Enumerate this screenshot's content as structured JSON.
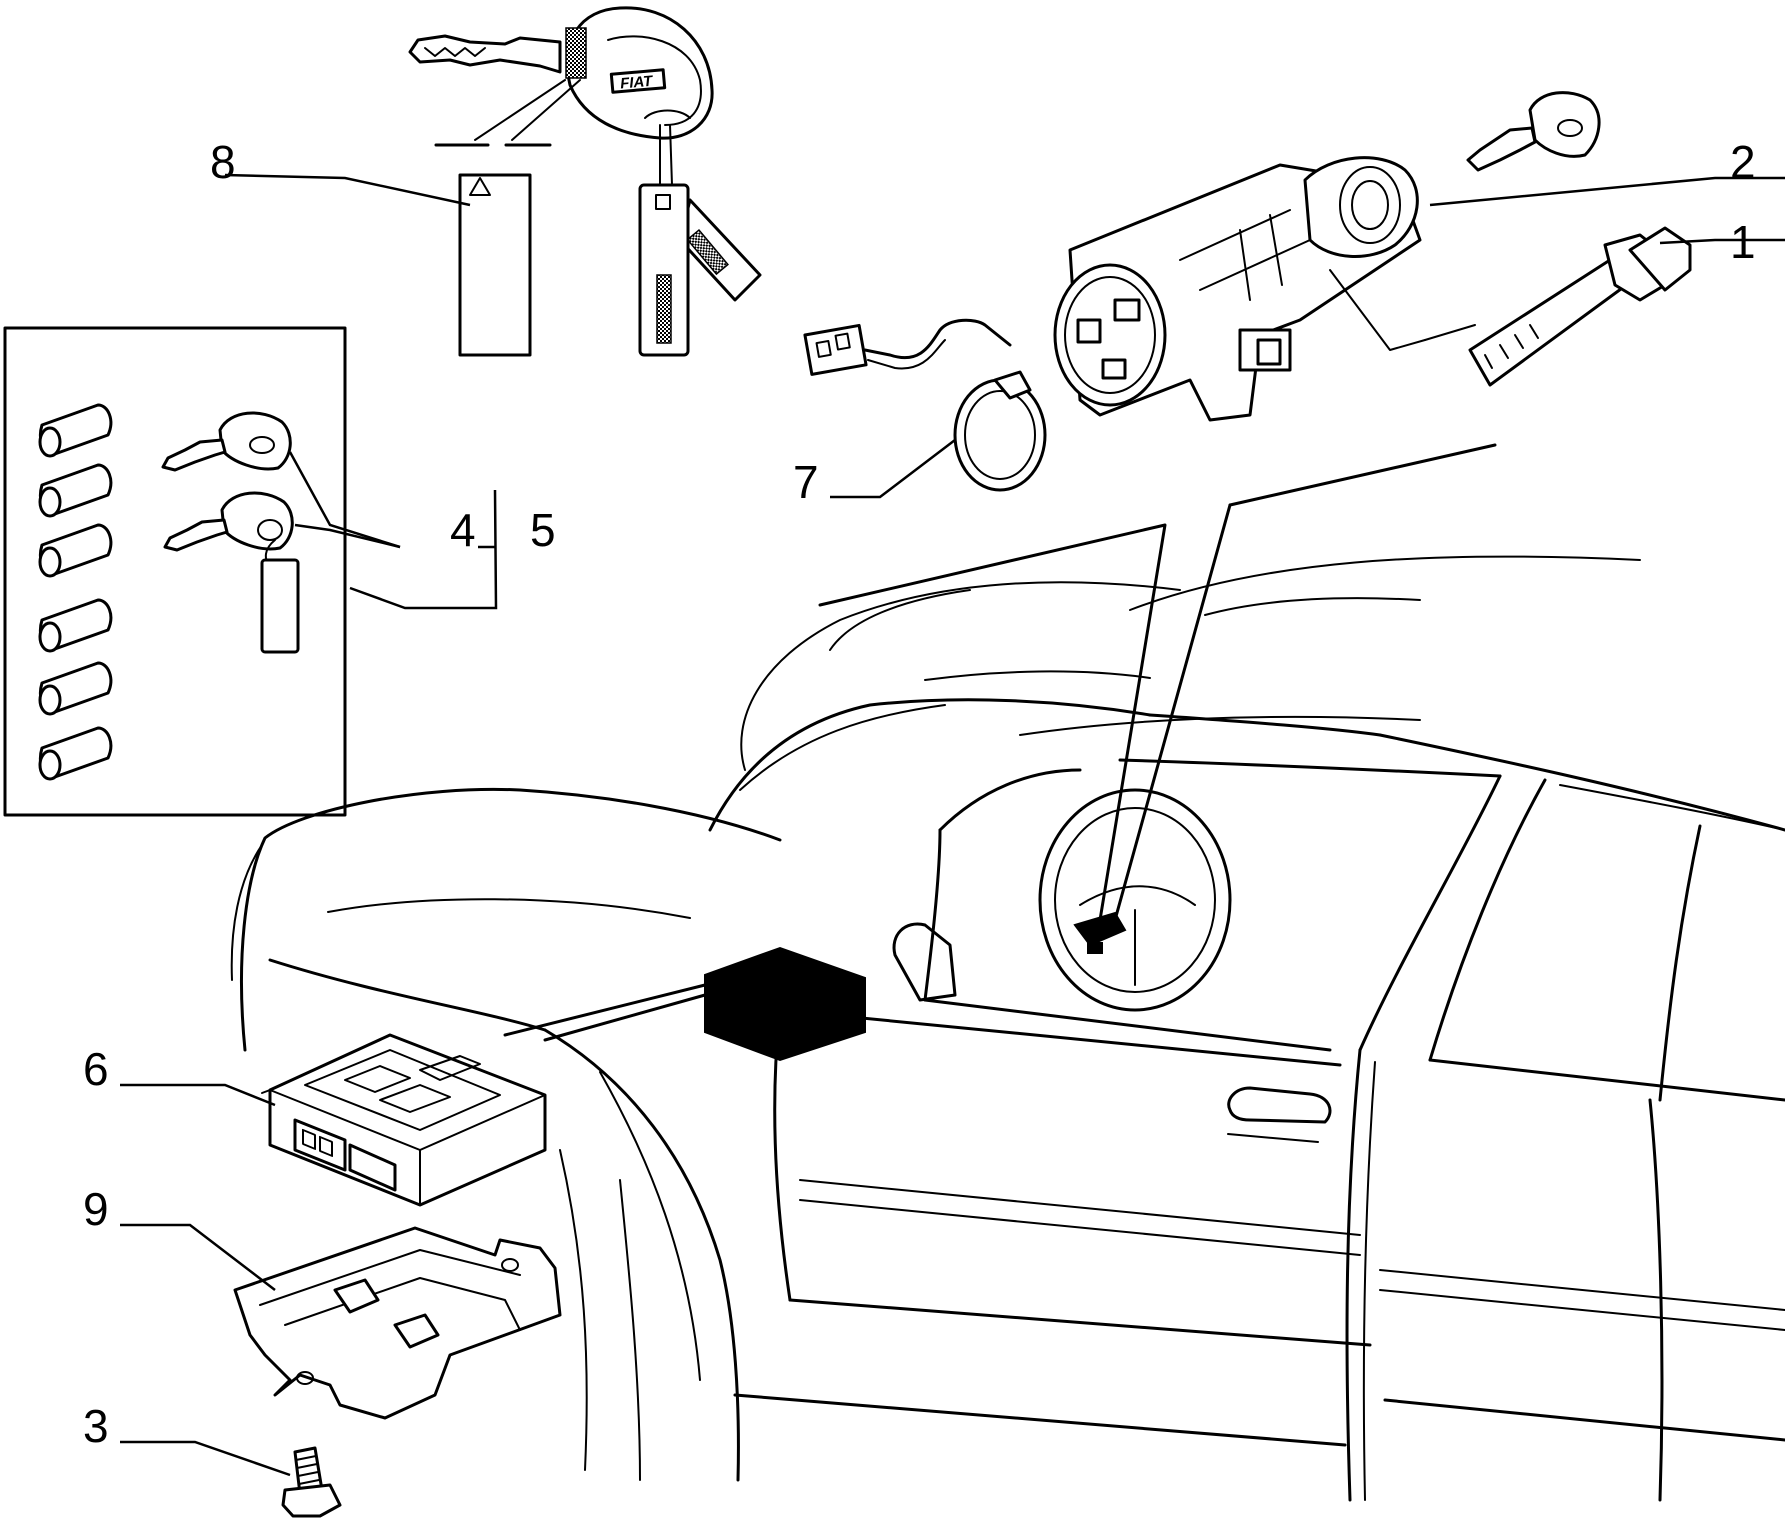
{
  "callouts": {
    "c1": "1",
    "c2": "2",
    "c3": "3",
    "c4": "4",
    "c5": "5",
    "c6": "6",
    "c7": "7",
    "c8": "8",
    "c9": "9"
  },
  "key_logo": "FIAT",
  "colors": {
    "ink": "#000000",
    "paper": "#ffffff"
  }
}
